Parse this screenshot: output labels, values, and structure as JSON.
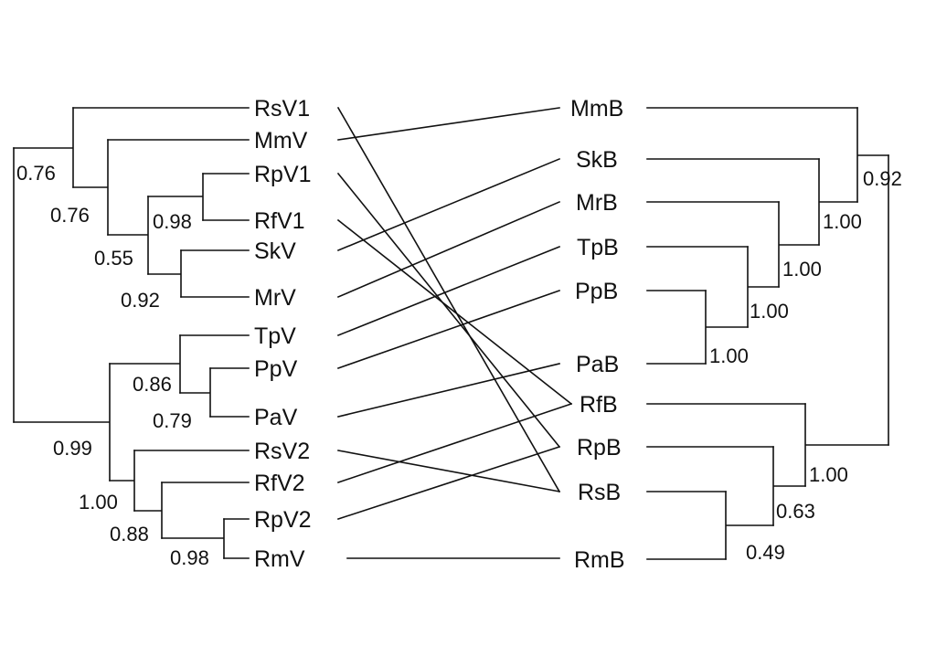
{
  "left_tree": {
    "taxa": [
      "RsV1",
      "MmV",
      "RpV1",
      "RfV1",
      "SkV",
      "MrV",
      "TpV",
      "PpV",
      "PaV",
      "RsV2",
      "RfV2",
      "RpV2",
      "RmV"
    ],
    "support_values": [
      "0.76",
      "0.76",
      "0.98",
      "0.55",
      "0.92",
      "0.86",
      "0.79",
      "0.99",
      "1.00",
      "0.88",
      "0.98"
    ]
  },
  "right_tree": {
    "taxa": [
      "MmB",
      "SkB",
      "MrB",
      "TpB",
      "PpB",
      "PaB",
      "RfB",
      "RpB",
      "RsB",
      "RmB"
    ],
    "support_values": [
      "0.92",
      "1.00",
      "1.00",
      "1.00",
      "1.00",
      "1.00",
      "0.63",
      "0.49"
    ]
  },
  "associations": [
    {
      "from": "RsV1",
      "to": "RsB"
    },
    {
      "from": "MmV",
      "to": "MmB"
    },
    {
      "from": "RpV1",
      "to": "RpB"
    },
    {
      "from": "RfV1",
      "to": "RfB"
    },
    {
      "from": "SkV",
      "to": "SkB"
    },
    {
      "from": "MrV",
      "to": "MrB"
    },
    {
      "from": "TpV",
      "to": "TpB"
    },
    {
      "from": "PpV",
      "to": "PpB"
    },
    {
      "from": "PaV",
      "to": "PaB"
    },
    {
      "from": "RsV2",
      "to": "RsB"
    },
    {
      "from": "RfV2",
      "to": "RfB"
    },
    {
      "from": "RpV2",
      "to": "RpB"
    },
    {
      "from": "RmV",
      "to": "RmB"
    }
  ]
}
